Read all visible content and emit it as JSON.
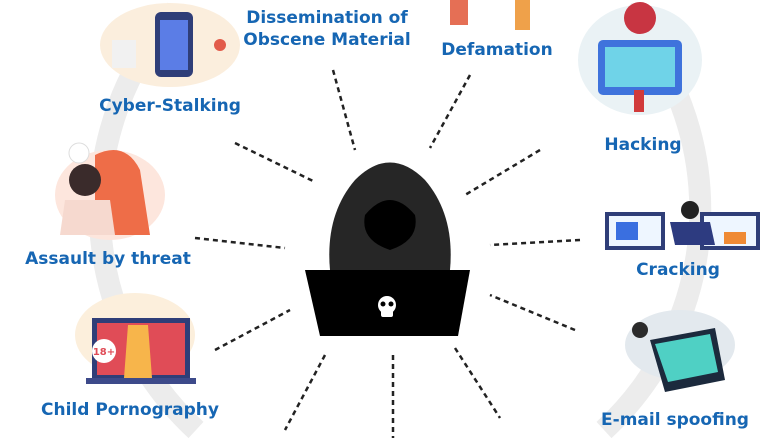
{
  "title": "Types of Cyber Crime",
  "center_icon": "hooded-hacker-with-skull-laptop",
  "colors": {
    "label": "#1666b3",
    "ring": "#e6e6e6",
    "hacker": "#1e1e1e"
  },
  "categories": [
    {
      "id": "obscene",
      "label_line1": "Dissemination of",
      "label_line2": "Obscene Material"
    },
    {
      "id": "defamation",
      "label": "Defamation"
    },
    {
      "id": "cyber-stalking",
      "label": "Cyber-Stalking"
    },
    {
      "id": "hacking",
      "label": "Hacking"
    },
    {
      "id": "assault",
      "label": "Assault by threat"
    },
    {
      "id": "cracking",
      "label": "Cracking"
    },
    {
      "id": "child-pornography",
      "label": "Child Pornography",
      "badge": "18+"
    },
    {
      "id": "email-spoofing",
      "label": "E-mail spoofing"
    }
  ]
}
